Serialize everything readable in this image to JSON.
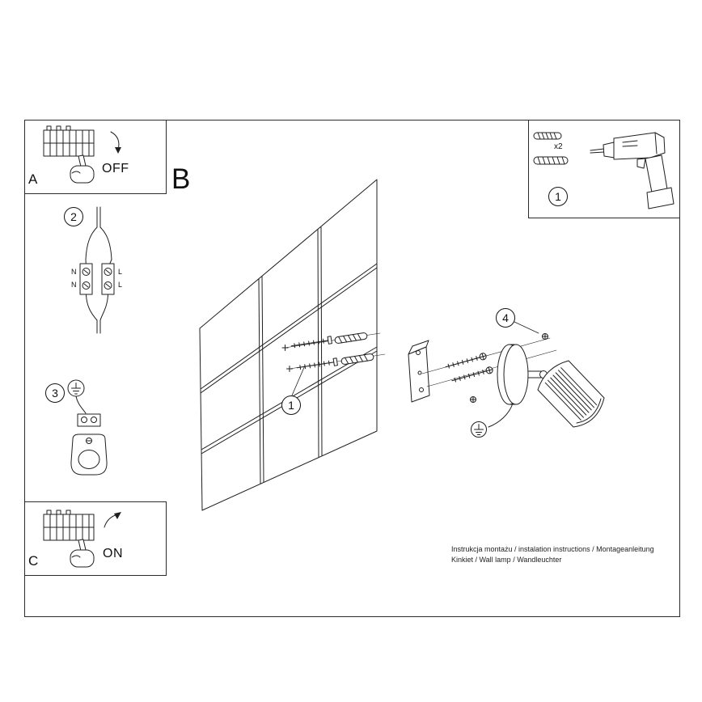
{
  "footer": {
    "line1": "Instrukcja montażu / instalation instructions / Montageanleitung",
    "line2": "Kinkiet / Wall lamp / Wandleuchter"
  },
  "panel_a": {
    "label": "A",
    "switch_state": "OFF"
  },
  "panel_b": {
    "label": "B"
  },
  "panel_c": {
    "label": "C",
    "switch_state": "ON"
  },
  "toolbox": {
    "step_number": "1",
    "anchor_quantity": "x2"
  },
  "callouts": {
    "step_1": "1",
    "step_2": "2",
    "step_3": "3",
    "step_4": "4"
  },
  "wiring": {
    "top_left": "N",
    "top_right": "L",
    "bottom_left": "N",
    "bottom_right": "L"
  }
}
